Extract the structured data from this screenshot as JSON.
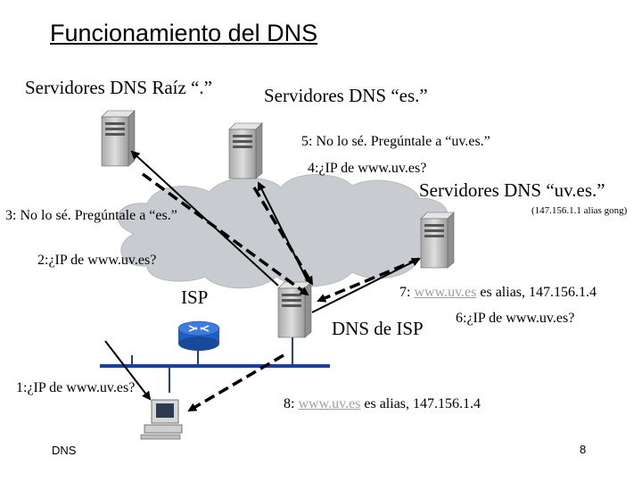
{
  "title": "Funcionamiento del DNS",
  "labels": {
    "root_servers": "Servidores DNS Raíz “.”",
    "es_servers": "Servidores DNS “es.”",
    "uv_servers": "Servidores DNS “uv.es.”",
    "uv_servers_note": "(147.156.1.1 alias gong)",
    "isp": "ISP",
    "dns_isp": "DNS de ISP"
  },
  "steps": {
    "step1": "1:¿IP de www.uv.es?",
    "step2": "2:¿IP de www.uv.es?",
    "step3": "3: No lo sé. Pregúntale a “es.”",
    "step4": "4:¿IP de www.uv.es?",
    "step5": "5: No lo sé. Pregúntale a “uv.es.”",
    "step6": "6:¿IP de www.uv.es?",
    "step7_prefix": "7:",
    "step7_link": "www.uv.es",
    "step7_suffix": "es alias, 147.156.1.4",
    "step8_prefix": "8:",
    "step8_link": "www.uv.es",
    "step8_suffix": "es alias, 147.156.1.4"
  },
  "footer": {
    "left": "DNS",
    "page_number": "8"
  },
  "icons": [
    "server-icon",
    "router-icon",
    "workstation-icon",
    "internet-cloud-icon"
  ],
  "colors": {
    "cloud": "#c8ccd0",
    "router": "#1f5fbf",
    "lan": "#1e3fa0",
    "server": "#c9c9c9",
    "link_text": "#a0a0a0"
  }
}
